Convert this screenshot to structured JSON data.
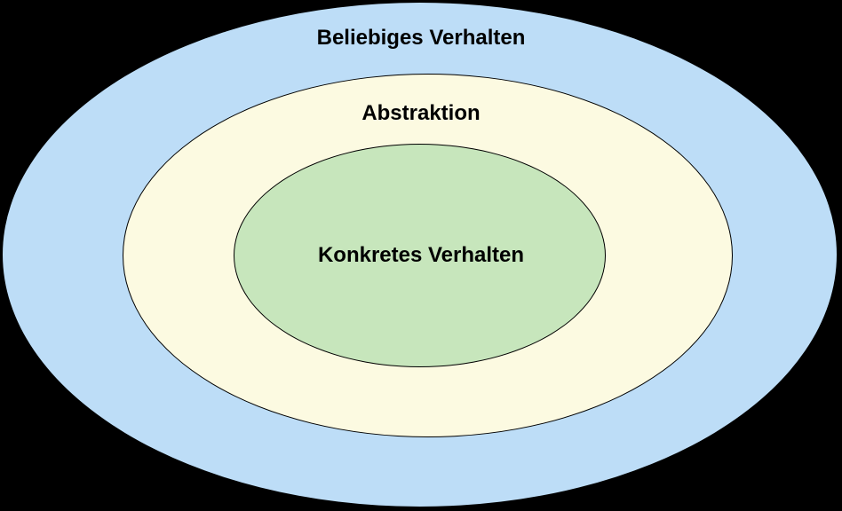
{
  "diagram": {
    "type": "nested-ellipses",
    "background_color": "#000000",
    "stroke_color": "#000000",
    "text_color": "#000000",
    "rings": [
      {
        "id": "outer",
        "label": "Beliebiges Verhalten",
        "fill": "#BDDDF7"
      },
      {
        "id": "middle",
        "label": "Abstraktion",
        "fill": "#FCFAE1"
      },
      {
        "id": "inner",
        "label": "Konkretes Verhalten",
        "fill": "#C7E6BC"
      }
    ]
  }
}
